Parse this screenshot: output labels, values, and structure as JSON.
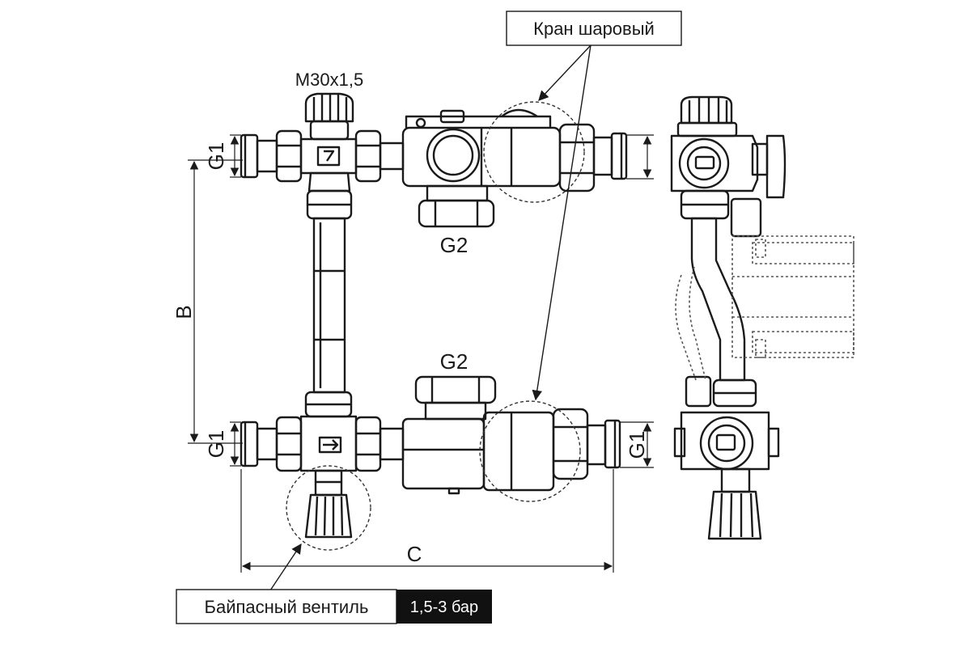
{
  "labels": {
    "ball_valve": "Кран шаровый",
    "thread_top": "M30x1,5",
    "g2_top": "G2",
    "g2_bottom": "G2",
    "g1_left_top": "G1",
    "g1_left_bottom": "G1",
    "g1_right_bottom": "G1",
    "dim_b": "B",
    "dim_c": "C",
    "bypass_valve": "Байпасный вентиль",
    "pressure_range": "1,5-3 бар"
  },
  "colors": {
    "line": "#1a1a1a",
    "hidden": "#555555",
    "badge_bg": "#111111",
    "badge_text": "#ffffff"
  }
}
